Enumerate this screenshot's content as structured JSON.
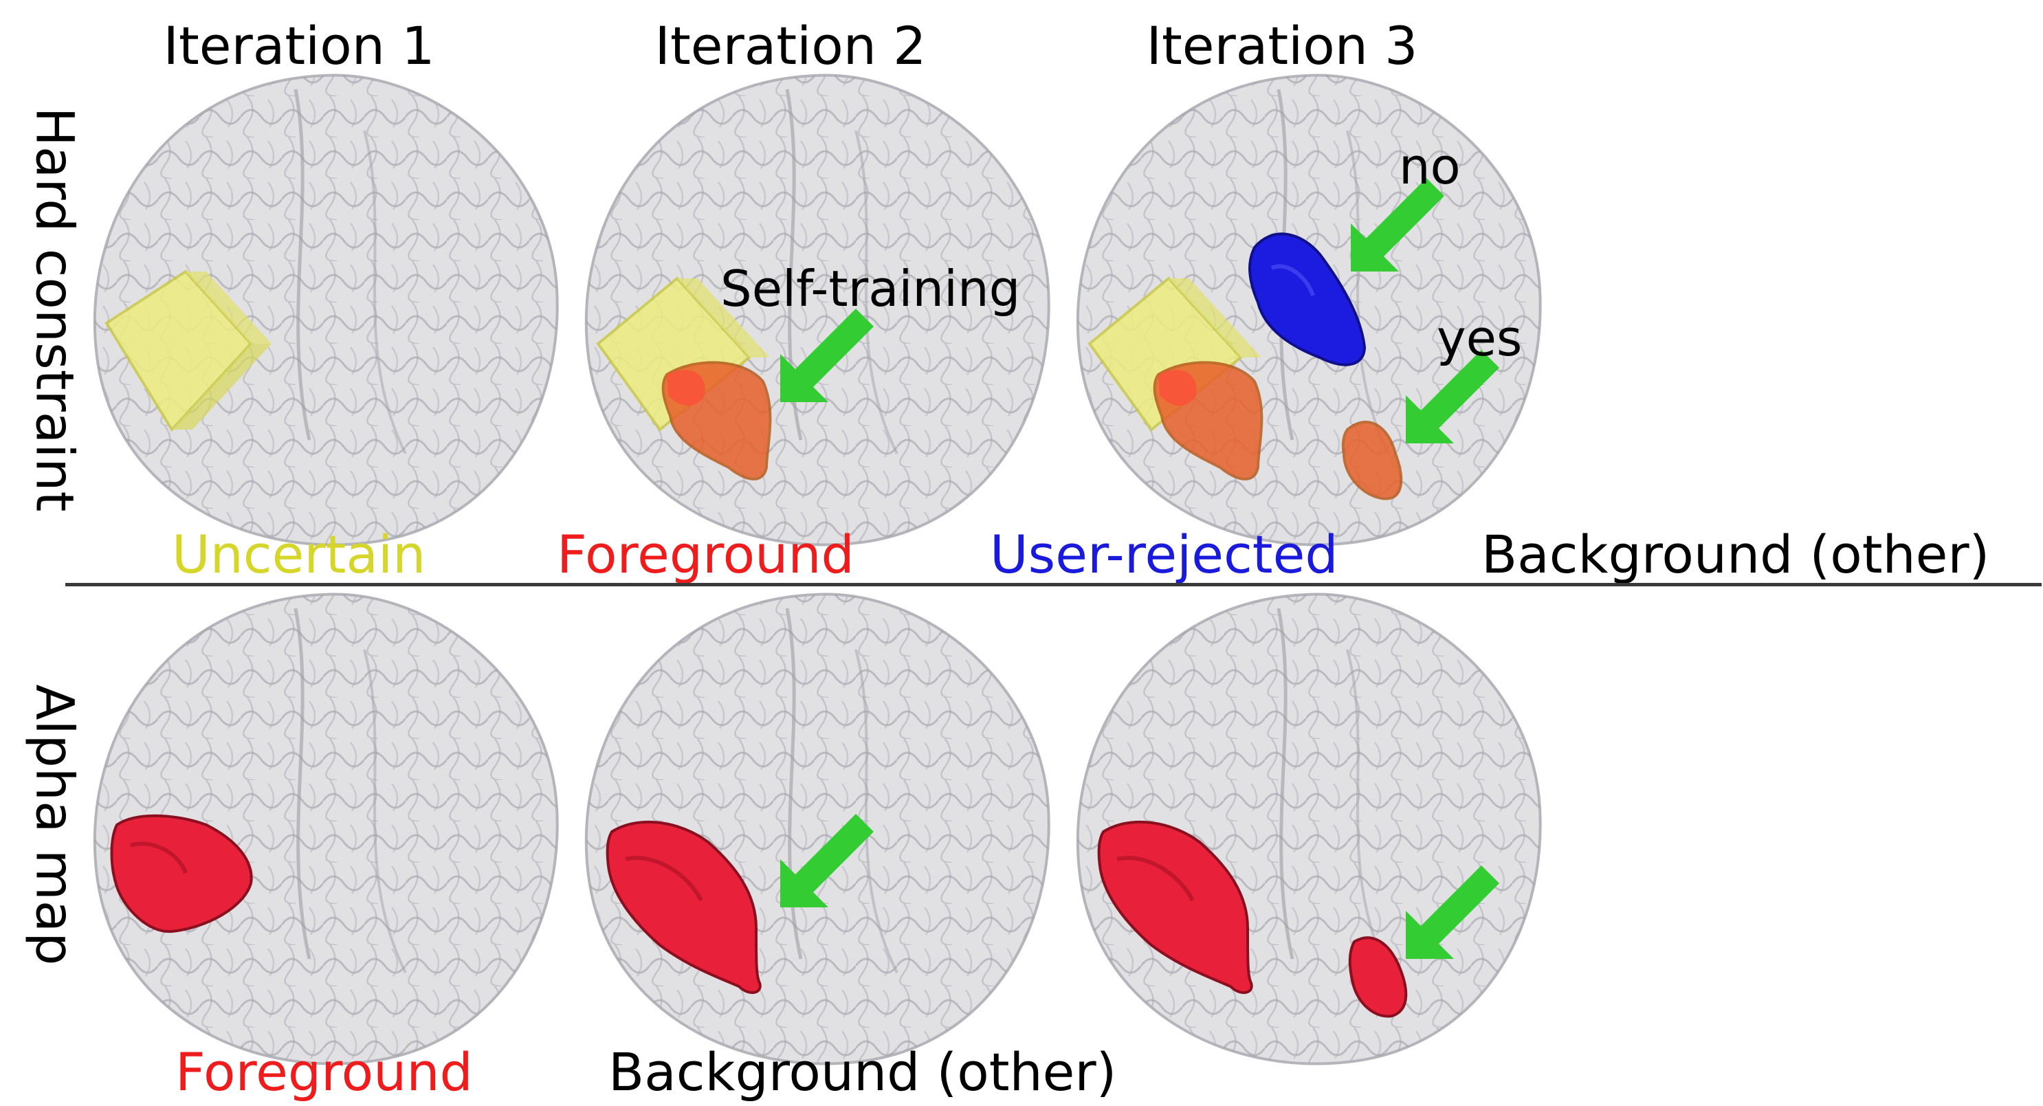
{
  "columns": [
    "Iteration 1",
    "Iteration 2",
    "Iteration 3"
  ],
  "rows": [
    "Hard constraint",
    "Alpha map"
  ],
  "legend_top": [
    {
      "label": "Uncertain",
      "color": "#d6d62a"
    },
    {
      "label": "Foreground",
      "color": "#ee1c1c"
    },
    {
      "label": "User-rejected",
      "color": "#1a1adc"
    },
    {
      "label": "Background (other)",
      "color": "#000000"
    }
  ],
  "legend_bottom": [
    {
      "label": "Foreground",
      "color": "#ee1c1c"
    },
    {
      "label": "Background (other)",
      "color": "#000000"
    }
  ],
  "annotations": {
    "self_training": "Self-training",
    "no": "no",
    "yes": "yes"
  },
  "colors": {
    "arrow": "#33cc33",
    "brain": "#c8c8cc",
    "uncertain_box": "#eded80",
    "foreground_overlay": "#e8602a",
    "alpha_red": "#e8203a",
    "rejected_blue": "#1c1ce0",
    "divider": "#3a3a3a"
  },
  "icons": [
    "brain-render",
    "arrow-down-left-icon"
  ]
}
